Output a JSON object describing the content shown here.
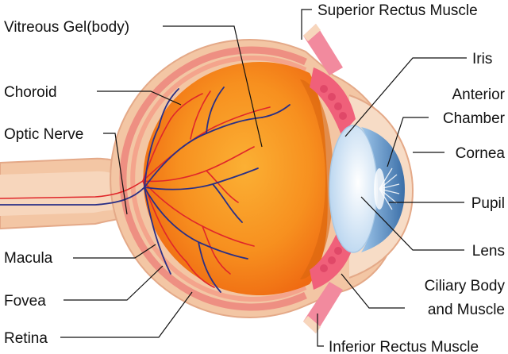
{
  "labels": {
    "vitreous": "Vitreous Gel(body)",
    "choroid": "Choroid",
    "optic_nerve": "Optic Nerve",
    "macula": "Macula",
    "fovea": "Fovea",
    "retina": "Retina",
    "superior_rectus": "Superior Rectus Muscle",
    "iris": "Iris",
    "anterior_chamber_1": "Anterior",
    "anterior_chamber_2": "Chamber",
    "cornea": "Cornea",
    "pupil": "Pupil",
    "lens": "Lens",
    "ciliary_1": "Ciliary Body",
    "ciliary_2": "and Muscle",
    "inferior_rectus": "Inferior Rectus Muscle"
  },
  "colors": {
    "sclera": "#f3c6a4",
    "choroid_band": "#ee8f82",
    "retina_band": "#f4a48c",
    "vitreous_center": "#fbb034",
    "vitreous_edge": "#ef6a12",
    "ciliary": "#f0607a",
    "cornea": "#cfe6f7",
    "iris": "#3b6fa8",
    "lens": "#e8f2fb",
    "artery": "#e0262a",
    "vein": "#2a2f86",
    "muscle": "#f28a9e"
  }
}
